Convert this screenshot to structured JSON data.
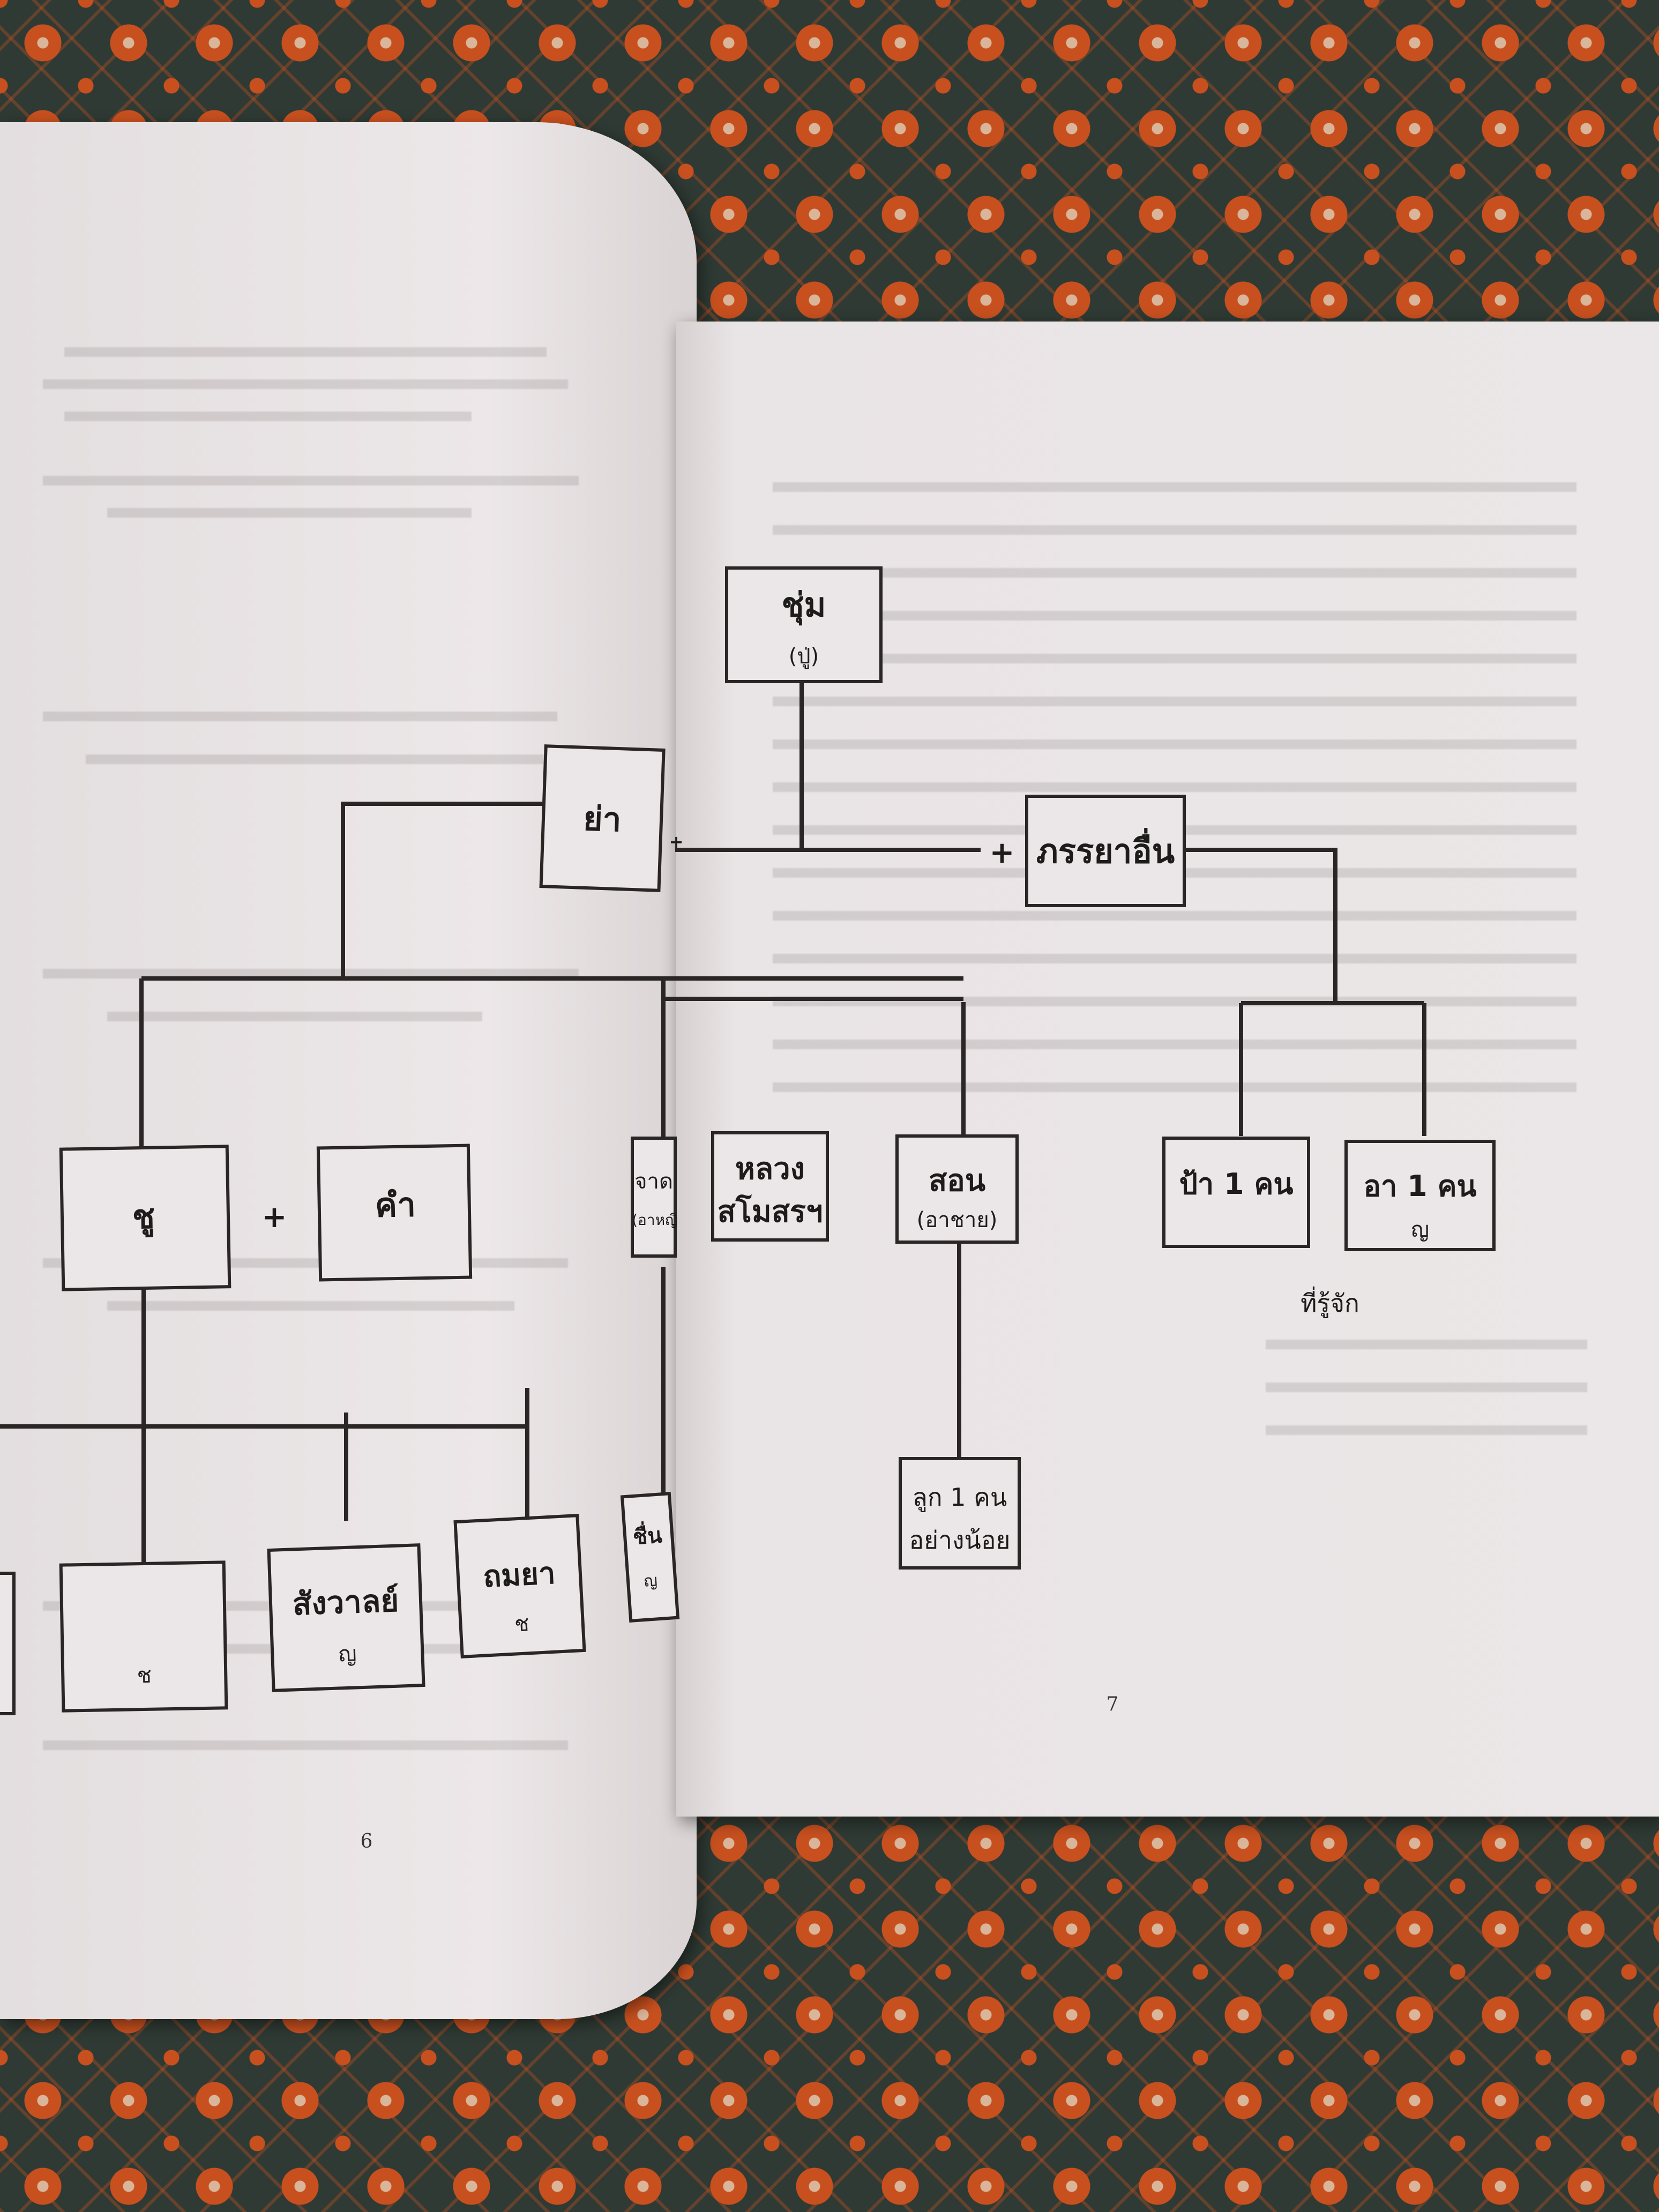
{
  "pages": {
    "left_number": "6",
    "right_number": "7"
  },
  "nodes": {
    "chum": {
      "name": "ชุ่ม",
      "note": "(ปู่)"
    },
    "ya": {
      "name": "ย่า"
    },
    "other_wife": {
      "name": "ภรรยาอื่น"
    },
    "chu": {
      "name": "ชู"
    },
    "kham": {
      "name": "คำ"
    },
    "chat": {
      "name": "จาด",
      "note": "(อาหญิ"
    },
    "luang": {
      "name_line1": "หลวง",
      "name_line2": "สโมสรฯ"
    },
    "son": {
      "name": "สอน",
      "note": "(อาชาย)"
    },
    "pa": {
      "name": "ป้า 1 คน"
    },
    "a": {
      "name": "อา 1 คน",
      "note": "ญ"
    },
    "known": {
      "text": "ที่รู้จัก"
    },
    "child": {
      "line1": "ลูก 1 คน",
      "line2": "อย่างน้อย"
    },
    "child_ch": {
      "note": "ช"
    },
    "sangwan": {
      "name": "สังวาลย์",
      "note": "ญ"
    },
    "thamya": {
      "name": "ถมยา",
      "note": "ช"
    },
    "chuen": {
      "name": "ชื่น",
      "note": "ญ"
    }
  },
  "symbols": {
    "plus": "+"
  }
}
